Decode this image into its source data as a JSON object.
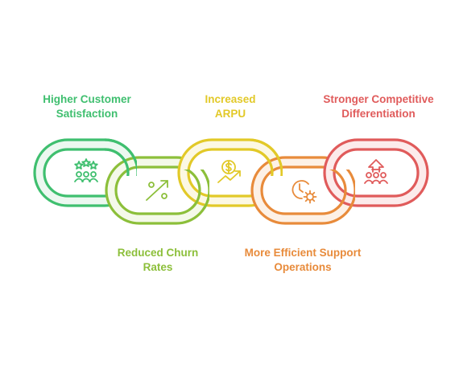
{
  "links": [
    {
      "id": "higher-customer-satisfaction",
      "label_lines": [
        "Higher Customer",
        "Satisfaction"
      ],
      "color": "#3fbf6f",
      "fill": "#ecf8f0",
      "icon": "stars-people-icon"
    },
    {
      "id": "reduced-churn-rates",
      "label_lines": [
        "Reduced Churn",
        "Rates"
      ],
      "color": "#8cbf3a",
      "fill": "#f4f9e9",
      "icon": "percent-trend-icon"
    },
    {
      "id": "increased-arpu",
      "label_lines": [
        "Increased",
        "ARPU"
      ],
      "color": "#e2c928",
      "fill": "#fcf8e3",
      "icon": "dollar-trend-icon"
    },
    {
      "id": "more-efficient-support-operations",
      "label_lines": [
        "More Efficient Support",
        "Operations"
      ],
      "color": "#e88b3b",
      "fill": "#fdf1e6",
      "icon": "clock-gear-icon"
    },
    {
      "id": "stronger-competitive-differentiation",
      "label_lines": [
        "Stronger Competitive",
        "Differentiation"
      ],
      "color": "#e05b5b",
      "fill": "#fcebeb",
      "icon": "people-up-arrow-icon"
    }
  ]
}
